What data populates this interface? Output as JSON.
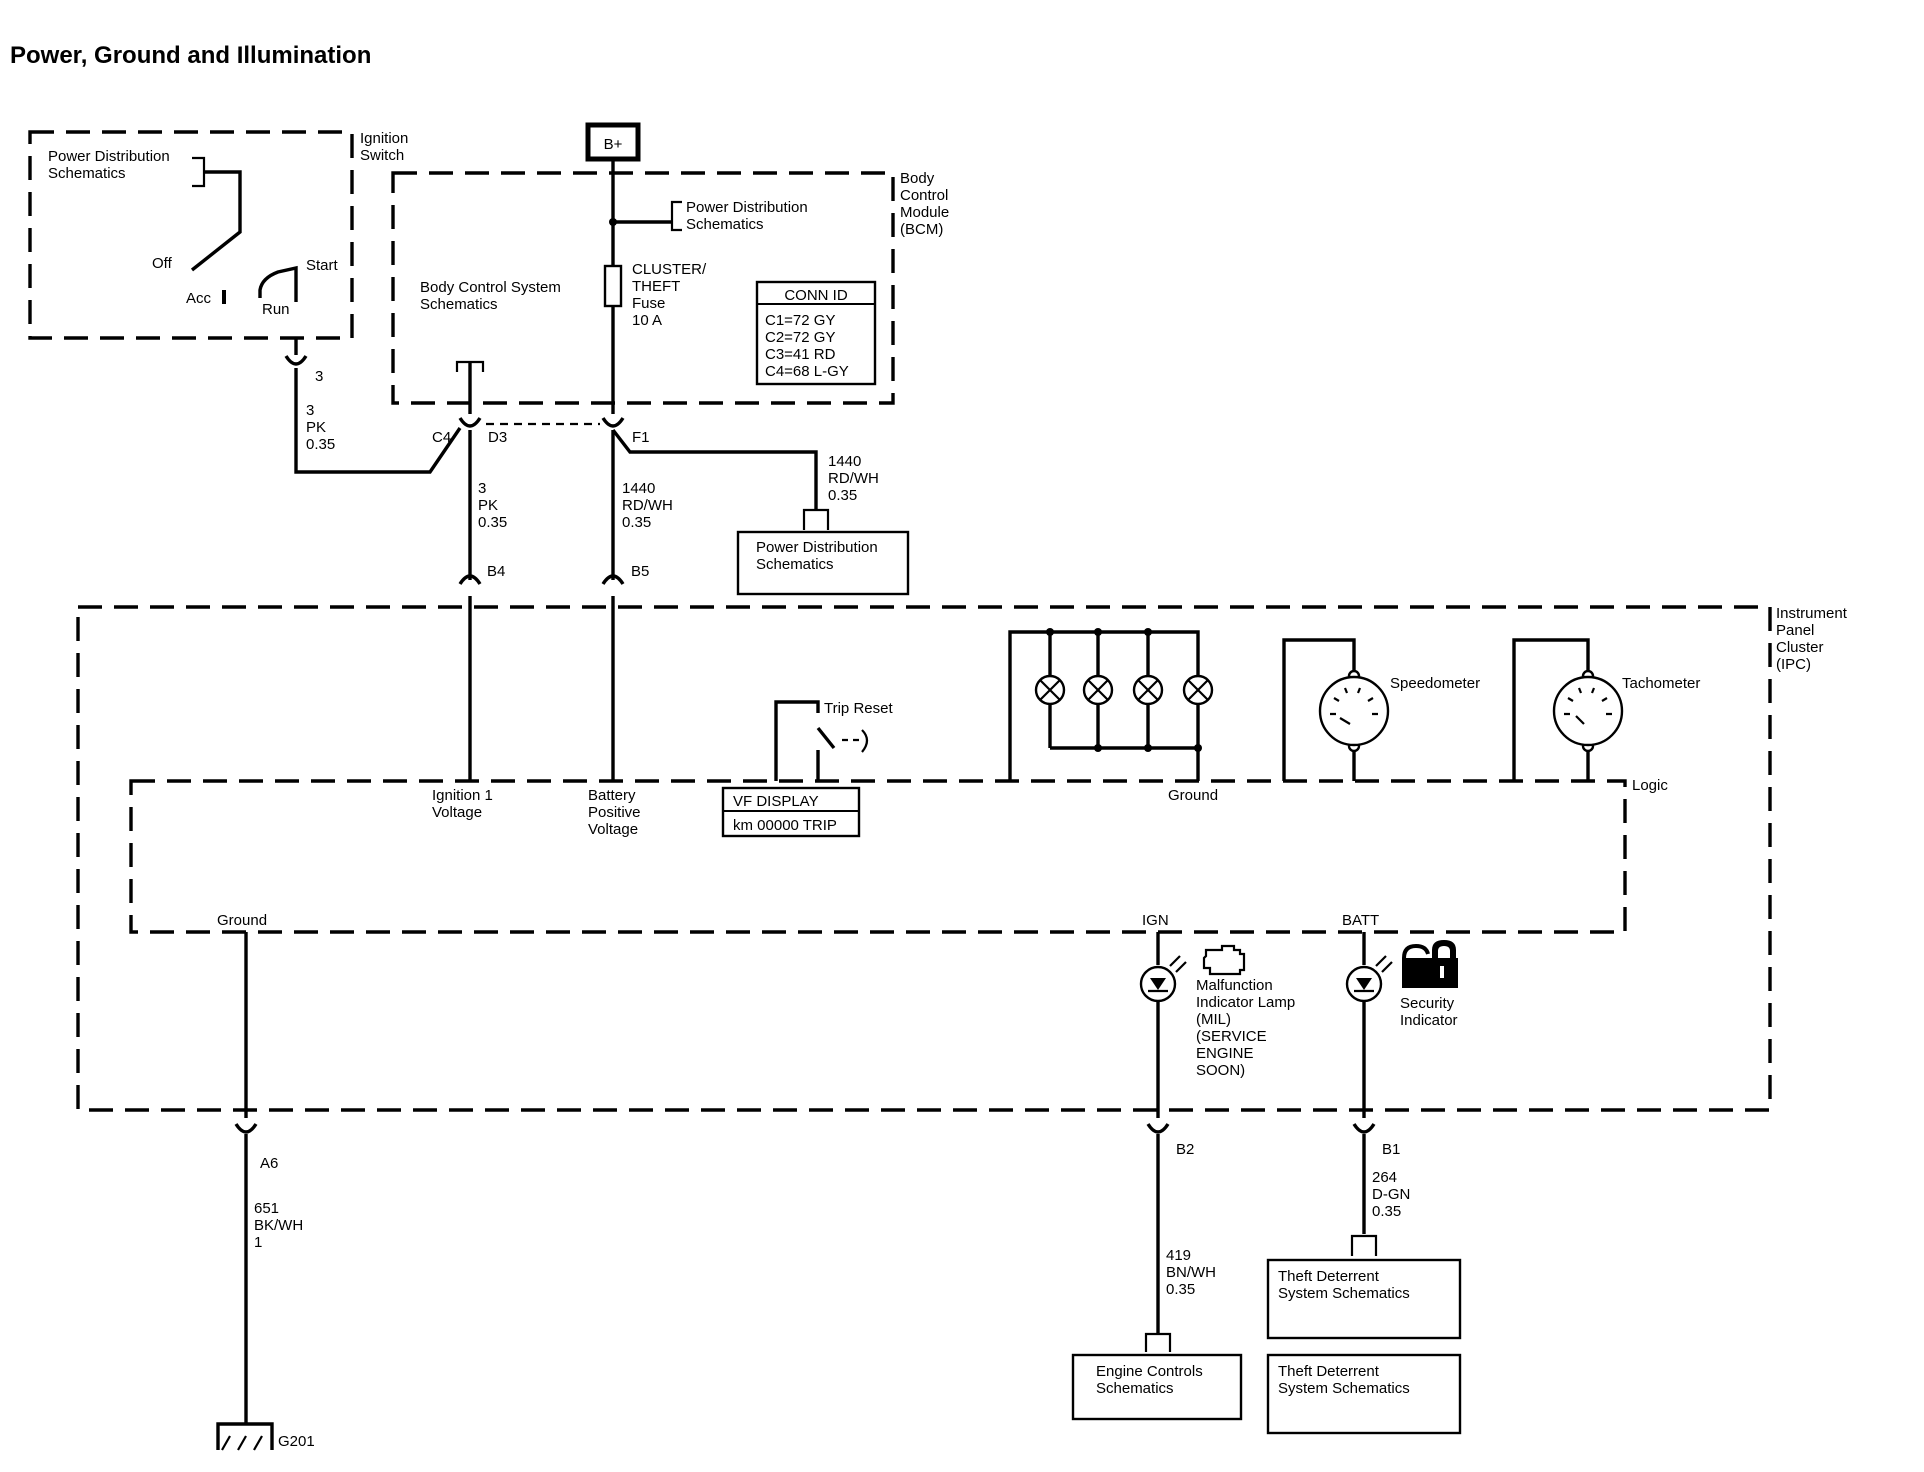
{
  "title": "Power, Ground and Illumination",
  "power_source": "B+",
  "ignition_switch": {
    "name": [
      "Ignition",
      "Switch"
    ],
    "ref": [
      "Power Distribution",
      "Schematics"
    ],
    "positions": {
      "off": "Off",
      "acc": "Acc",
      "run": "Run",
      "start": "Start"
    },
    "pin": "3"
  },
  "bcm": {
    "name": [
      "Body",
      "Control",
      "Module",
      "(BCM)"
    ],
    "body_control_ref": [
      "Body Control System",
      "Schematics"
    ],
    "power_ref": [
      "Power Distribution",
      "Schematics"
    ],
    "fuse": [
      "CLUSTER/",
      "THEFT",
      "Fuse",
      "10 A"
    ],
    "conn_id": {
      "header": "CONN ID",
      "rows": [
        "C1=72 GY",
        "C2=72 GY",
        "C3=41 RD",
        "C4=68 L-GY"
      ]
    },
    "pins": {
      "c4": "C4",
      "d3": "D3",
      "f1": "F1"
    }
  },
  "wires": {
    "ign_switch_out": [
      "3",
      "PK",
      "0.35"
    ],
    "ign1_to_ipc": [
      "3",
      "PK",
      "0.35"
    ],
    "batt_to_ipc": [
      "1440",
      "RD/WH",
      "0.35"
    ],
    "batt_to_pd": [
      "1440",
      "RD/WH",
      "0.35"
    ],
    "ground": [
      "651",
      "BK/WH",
      "1"
    ],
    "mil": [
      "419",
      "BN/WH",
      "0.35"
    ],
    "security": [
      "264",
      "D-GN",
      "0.35"
    ]
  },
  "pd_box": [
    "Power Distribution",
    "Schematics"
  ],
  "ipc": {
    "name": [
      "Instrument",
      "Panel",
      "Cluster",
      "(IPC)"
    ],
    "pins": {
      "b4": "B4",
      "b5": "B5",
      "a6": "A6",
      "b2": "B2",
      "b1": "B1"
    },
    "logic": "Logic",
    "ignition_voltage": [
      "Ignition 1",
      "Voltage"
    ],
    "battery_voltage": [
      "Battery",
      "Positive",
      "Voltage"
    ],
    "ground_top": "Ground",
    "ground_left": "Ground",
    "ign": "IGN",
    "batt": "BATT",
    "trip_reset": "Trip Reset",
    "vf_display": [
      "VF DISPLAY",
      "km 00000 TRIP"
    ],
    "speedometer": "Speedometer",
    "tachometer": "Tachometer",
    "mil": [
      "Malfunction",
      "Indicator Lamp",
      "(MIL)",
      "(SERVICE",
      "ENGINE",
      "SOON)"
    ],
    "security": [
      "Security",
      "Indicator"
    ]
  },
  "engine_controls_box": [
    "Engine Controls",
    "Schematics"
  ],
  "theft_box_1": [
    "Theft Deterrent",
    "System Schematics"
  ],
  "theft_box_2": [
    "Theft Deterrent",
    "System Schematics"
  ],
  "ground_point": "G201"
}
